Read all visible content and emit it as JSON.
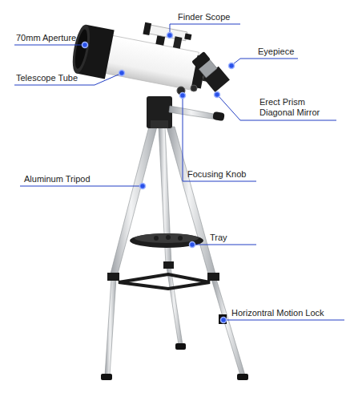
{
  "diagram": {
    "labels": [
      "Finder Scope",
      "70mm Aperture",
      "Eyepiece",
      "Telescope Tube",
      "Erect Prism Diagonal Mirror",
      "Focusing Knob",
      "Aluminum Tripod",
      "Tray",
      "Horizontral Motion Lock"
    ]
  }
}
